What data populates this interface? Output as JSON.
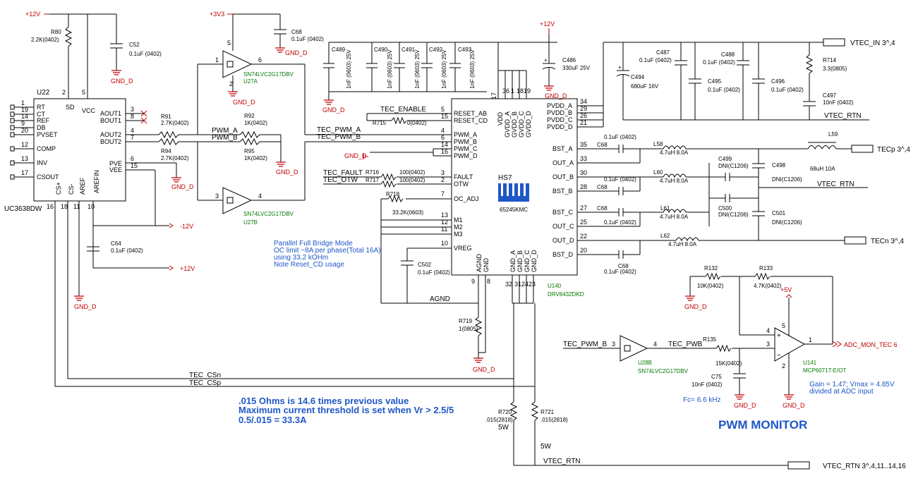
{
  "power": {
    "p12v": "+12V",
    "p3v3": "+3V3",
    "m12v": "-12V",
    "p5v": "+5V",
    "gnd": "GND_D"
  },
  "u22": {
    "ref": "U22",
    "part": "UC3638DW",
    "left_pins": [
      {
        "num": "1",
        "name": "RT"
      },
      {
        "num": "19",
        "name": "CT"
      },
      {
        "num": "14",
        "name": "REF"
      },
      {
        "num": "9",
        "name": "DB"
      },
      {
        "num": "20",
        "name": "PVSET"
      },
      {
        "num": "12",
        "name": "COMP"
      },
      {
        "num": "13",
        "name": "INV"
      },
      {
        "num": "17",
        "name": "CSOUT"
      }
    ],
    "top_pins": [
      {
        "num": "2",
        "name": "SD"
      },
      {
        "num": "5",
        "name": "VCC"
      }
    ],
    "right_pins": [
      {
        "num": "3",
        "name": "AOUT1"
      },
      {
        "num": "8",
        "name": "BOUT1"
      },
      {
        "num": "4",
        "name": "AOUT2"
      },
      {
        "num": "7",
        "name": "BOUT2"
      },
      {
        "num": "6",
        "name": "PVE"
      },
      {
        "num": "15",
        "name": "VEE"
      }
    ],
    "bottom_pins": [
      {
        "num": "16",
        "name": "CS+"
      },
      {
        "num": "18",
        "name": "CS-"
      },
      {
        "num": "11",
        "name": "AREF"
      },
      {
        "num": "10",
        "name": "AREFIN"
      }
    ]
  },
  "u27a": {
    "ref": "SN74LVC2G17DBV",
    "sub": "U27A",
    "pin_in": "1",
    "pin_out": "6",
    "pin_vcc": "5",
    "pin_gnd": "2"
  },
  "u27b": {
    "ref": "SN74LVC2G17DBV",
    "sub": "U27B",
    "pin_in": "3",
    "pin_out": "4"
  },
  "u28b": {
    "ref": "SN74LVC2G17DBV",
    "sub": "U28B",
    "pin_in": "3",
    "pin_out": "4"
  },
  "resistors": {
    "r80": {
      "ref": "R80",
      "val": "2.2K(0402)"
    },
    "r91": {
      "ref": "R91",
      "val": "2.7K(0402)"
    },
    "r92": {
      "ref": "R92",
      "val": "1K(0402)"
    },
    "r94": {
      "ref": "R94",
      "val": "2.7K(0402)"
    },
    "r95": {
      "ref": "R95",
      "val": "1K(0402)"
    },
    "r715": {
      "ref": "R715",
      "val": "0(0402)"
    },
    "r716": {
      "ref": "R716",
      "val": "100(0402)"
    },
    "r717": {
      "ref": "R717",
      "val": "100(0402)"
    },
    "r718": {
      "ref": "R718",
      "val": "33.2K(0603)"
    },
    "r719": {
      "ref": "R719",
      "val": "1(0805)"
    },
    "r720": {
      "ref": "R720",
      "val": ".015(2818)",
      "pw": "5W"
    },
    "r721": {
      "ref": "R721",
      "val": ".015(2818)",
      "pw": "5W"
    },
    "r714": {
      "ref": "R714",
      "val": "3.3(0805)"
    },
    "r132": {
      "ref": "R132",
      "val": "10K(0402)"
    },
    "r133": {
      "ref": "R133",
      "val": "4.7K(0402)"
    },
    "r135": {
      "ref": "R135",
      "val": "15K(0402)"
    }
  },
  "caps": {
    "c52": {
      "ref": "C52",
      "val": "0.1uF (0402)"
    },
    "c68a": {
      "ref": "C68",
      "val": "0.1uF (0402)"
    },
    "c64": {
      "ref": "C64",
      "val": "0.1uF (0402)"
    },
    "c489": {
      "ref": "C489",
      "val": "1nF (0603) 25V"
    },
    "c490": {
      "ref": "C490",
      "val": "1nF (0603) 25V"
    },
    "c491": {
      "ref": "C491",
      "val": "1nF (0603) 25V"
    },
    "c492": {
      "ref": "C492",
      "val": "1nF (0603) 25V"
    },
    "c493": {
      "ref": "C493",
      "val": "1nF (0603) 25V"
    },
    "c486": {
      "ref": "C486",
      "val": "330uF 25V"
    },
    "c502": {
      "ref": "C502",
      "val": "0.1uF (0402)"
    },
    "c494": {
      "ref": "C494",
      "val": "680uF 16V"
    },
    "c487": {
      "ref": "C487",
      "val": "0.1uF (0402)"
    },
    "c495": {
      "ref": "C495",
      "val": "0.1uF (0402)"
    },
    "c488": {
      "ref": "C488",
      "val": "0.1uF (0402)"
    },
    "c496": {
      "ref": "C496",
      "val": "0.1uF (0402)"
    },
    "c497": {
      "ref": "C497",
      "val": "10nF (0402)"
    },
    "c68b": {
      "ref": "C68",
      "val": "0.1uF (0402)"
    },
    "c68c": {
      "ref": "C68",
      "val": "0.1uF (0402)"
    },
    "c68d": {
      "ref": "C68",
      "val": "0.1uF (0402)"
    },
    "c68e": {
      "ref": "C68",
      "val": "0.1uF (0402)"
    },
    "c499": {
      "ref": "C499",
      "val": "DNI(C1206)"
    },
    "c498": {
      "ref": "C498",
      "val": "DNI(C1206)"
    },
    "c500": {
      "ref": "C500",
      "val": "DNI(C1206)"
    },
    "c501": {
      "ref": "C501",
      "val": "DNI(C1206)"
    },
    "c75": {
      "ref": "C75",
      "val": "10nF (0402)"
    }
  },
  "u140": {
    "ref": "U140",
    "part": "DRV8432DKD",
    "left_pins": [
      {
        "num": "5",
        "name": "RESET_AB"
      },
      {
        "num": "15",
        "name": "RESET_CD"
      },
      {
        "num": "4",
        "name": "PWM_A"
      },
      {
        "num": "6",
        "name": "PWM_B"
      },
      {
        "num": "14",
        "name": "PWM_C"
      },
      {
        "num": "16",
        "name": "PWM_D"
      },
      {
        "num": "3",
        "name": "FAULT"
      },
      {
        "num": "2",
        "name": "OTW"
      },
      {
        "num": "7",
        "name": "OC_ADJ"
      },
      {
        "num": "13",
        "name": "M1"
      },
      {
        "num": "12",
        "name": "M2"
      },
      {
        "num": "11",
        "name": "M3"
      },
      {
        "num": "10",
        "name": "VREG"
      }
    ],
    "top_pins": [
      {
        "num": "17",
        "name": "VDD"
      },
      {
        "num": "36",
        "name": "GVDD_A"
      },
      {
        "num": "1",
        "name": "GVDD_B"
      },
      {
        "num": "18",
        "name": "GVDD_C"
      },
      {
        "num": "19",
        "name": "GVDD_D"
      }
    ],
    "right_pins": [
      {
        "num": "34",
        "name": "PVDD_A"
      },
      {
        "num": "29",
        "name": "PVDD_B"
      },
      {
        "num": "26",
        "name": "PVDD_C"
      },
      {
        "num": "21",
        "name": "PVDD_D"
      },
      {
        "num": "35",
        "name": "BST_A"
      },
      {
        "num": "33",
        "name": "OUT_A"
      },
      {
        "num": "30",
        "name": "OUT_B"
      },
      {
        "num": "28",
        "name": "BST_B"
      },
      {
        "num": "27",
        "name": "BST_C"
      },
      {
        "num": "25",
        "name": "OUT_C"
      },
      {
        "num": "22",
        "name": "OUT_D"
      },
      {
        "num": "20",
        "name": "BST_D"
      }
    ],
    "bottom_pins": [
      {
        "num": "9",
        "name": "AGND"
      },
      {
        "num": "8",
        "name": "GND"
      },
      {
        "num": "32",
        "name": "GND_A"
      },
      {
        "num": "31",
        "name": "GND_B"
      },
      {
        "num": "24",
        "name": "GND_C"
      },
      {
        "num": "23",
        "name": "GND_D"
      }
    ]
  },
  "hs7": {
    "ref": "HS7",
    "part": "65245KMC"
  },
  "inductors": {
    "l58": {
      "ref": "L58",
      "val": "4.7uH 8.0A"
    },
    "l60": {
      "ref": "L60",
      "val": "4.7uH 8.0A"
    },
    "l61": {
      "ref": "L61",
      "val": "4.7uH 8.0A"
    },
    "l62": {
      "ref": "L62",
      "val": "4.7uH 8.0A"
    },
    "l59": {
      "ref": "L59",
      "val": "68uH 10A"
    }
  },
  "u141": {
    "ref": "U141",
    "part": "MCP6071T-E/OT",
    "pin_plus": "3",
    "pin_minus": "4",
    "pin_out": "1",
    "pin_vcc": "5",
    "pin_gnd": "2"
  },
  "nets": {
    "pwm_a": "PWM_A",
    "pwm_b": "PWM_B",
    "tec_pwm_a": "TEC_PWM_A",
    "tec_pwm_b": "TEC_PWM_B",
    "tec_enable": "TEC_ENABLE",
    "tec_fault": "TEC_FAULT",
    "tec_otw": "TEC_OTW",
    "agnd": "AGND",
    "tec_csn": "TEC_CSn",
    "tec_csp": "TEC_CSp",
    "vtec_rtn": "VTEC_RTN",
    "tec_pwm_b2": "TEC_PWM_B",
    "tec_pwb": "TEC_PWB"
  },
  "offpage": {
    "vtec_in": "VTEC_IN  3^,4",
    "tecp": "TECp  3^,4",
    "tecn": "TECn  3^,4",
    "adc_mon": "ADC_MON_TEC  6",
    "vtec_rtn": "VTEC_RTN  3^,4,11..14,16"
  },
  "notes": {
    "bridge": [
      "Parallel Full Bridge Mode",
      "OC limit ~8A per phase(Total 16A)",
      "using 33.2 kOHm",
      "Note Reset_CD usage"
    ],
    "current": [
      ".015 Ohms is 14.6 times previous value",
      "Maximum current threshold is set when Vr > 2.5/5",
      "0.5/.015 = 33.3A"
    ],
    "gain": [
      "Gain = 1.47;  Vmax = 4.85V",
      "divided at ADC input"
    ],
    "fc": "Fc= 6.6 kHz",
    "title": "PWM MONITOR"
  }
}
